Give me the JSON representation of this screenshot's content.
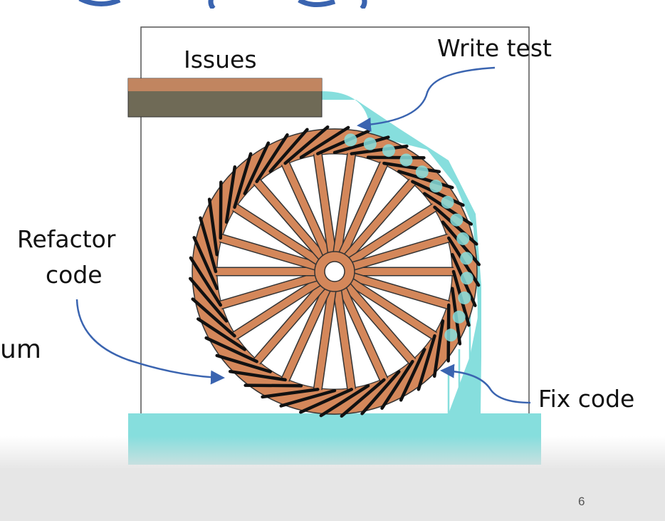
{
  "slide": {
    "title_fragment": "p ( )",
    "page_number": "6",
    "side_text": "um"
  },
  "diagram": {
    "labels": {
      "issues": "Issues",
      "write_test": "Write test",
      "refactor_code_line1": "Refactor",
      "refactor_code_line2": "code",
      "fix_code": "Fix code"
    },
    "colors": {
      "wheel": "#d4875a",
      "water": "#86dedd",
      "trough": "#6f6a56",
      "blade": "#111111",
      "arrow": "#3a64b0"
    }
  }
}
